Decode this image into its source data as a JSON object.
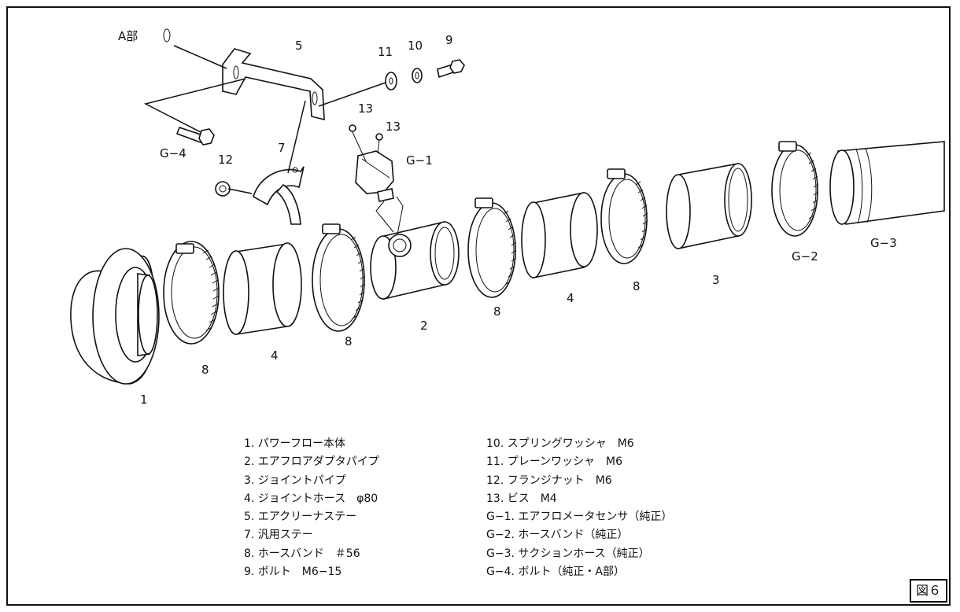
{
  "callouts": {
    "a_part": "A部",
    "n5": "5",
    "n11": "11",
    "n10": "10",
    "n9": "9",
    "n13a": "13",
    "n13b": "13",
    "g4": "G−4",
    "n12": "12",
    "n7": "7",
    "g1": "G−1",
    "n1": "1",
    "n8a": "8",
    "n4a": "4",
    "n8b": "8",
    "n2": "2",
    "n8c": "8",
    "n4b": "4",
    "n8d": "8",
    "n3": "3",
    "g2": "G−2",
    "g3": "G−3"
  },
  "legend": {
    "left": [
      "1. パワーフロー本体",
      "2. エアフロアダプタパイプ",
      "3. ジョイントパイプ",
      "4. ジョイントホース　φ80",
      "5. エアクリーナステー",
      "7. 汎用ステー",
      "8. ホースバンド　＃56",
      "9. ボルト　M6−15"
    ],
    "right": [
      "10. スプリングワッシャ　M6",
      "11. プレーンワッシャ　M6",
      "12. フランジナット　M6",
      "13. ビス　M4",
      "G−1. エアフロメータセンサ（純正）",
      "G−2. ホースバンド（純正）",
      "G−3. サクションホース（純正）",
      "G−4. ボルト（純正・A部）"
    ]
  },
  "figure_label": "図６"
}
